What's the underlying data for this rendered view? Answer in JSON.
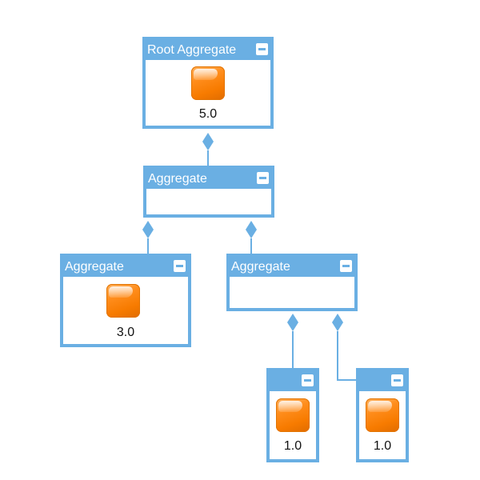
{
  "diagram": {
    "nodes": {
      "root": {
        "title": "Root Aggregate",
        "value": "5.0"
      },
      "mid": {
        "title": "Aggregate"
      },
      "left": {
        "title": "Aggregate",
        "value": "3.0"
      },
      "right": {
        "title": "Aggregate"
      },
      "leaf1": {
        "value": "1.0"
      },
      "leaf2": {
        "value": "1.0"
      }
    },
    "icons": {
      "collapse": "minus-box-icon",
      "value": "orange-square-icon",
      "connector": "diamond-icon"
    },
    "colors": {
      "node_border": "#6aafe3",
      "value_icon": "#ff8d1c",
      "connector": "#6aafe3"
    }
  }
}
